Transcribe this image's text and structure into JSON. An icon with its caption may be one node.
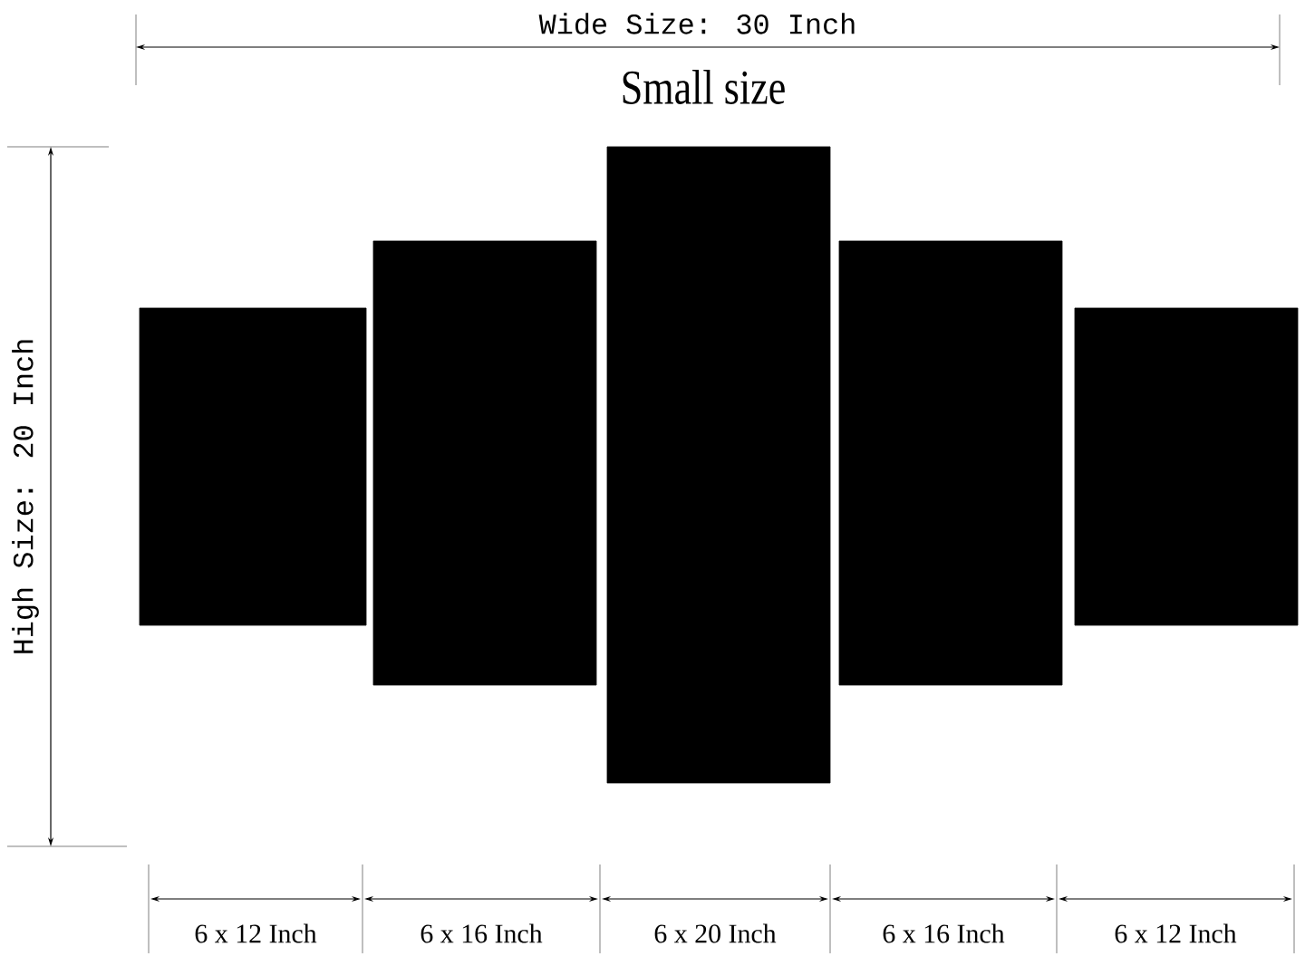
{
  "diagram": {
    "title": "Small size",
    "nodes": [
      {
        "text": [],
        "shape": "box"
      },
      {
        "text": [],
        "shape": "box"
      },
      {
        "text": [],
        "shape": "box"
      },
      {
        "text": [],
        "shape": "box"
      },
      {
        "text": [],
        "shape": "box"
      }
    ],
    "labels": [
      "Wide Size: 30 Inch",
      "High Size: 20 Inch",
      "6 x 12 Inch",
      "6 x 16 Inch",
      "6 x 20 Inch",
      "6 x 16 Inch",
      "6 x 12 Inch"
    ]
  }
}
